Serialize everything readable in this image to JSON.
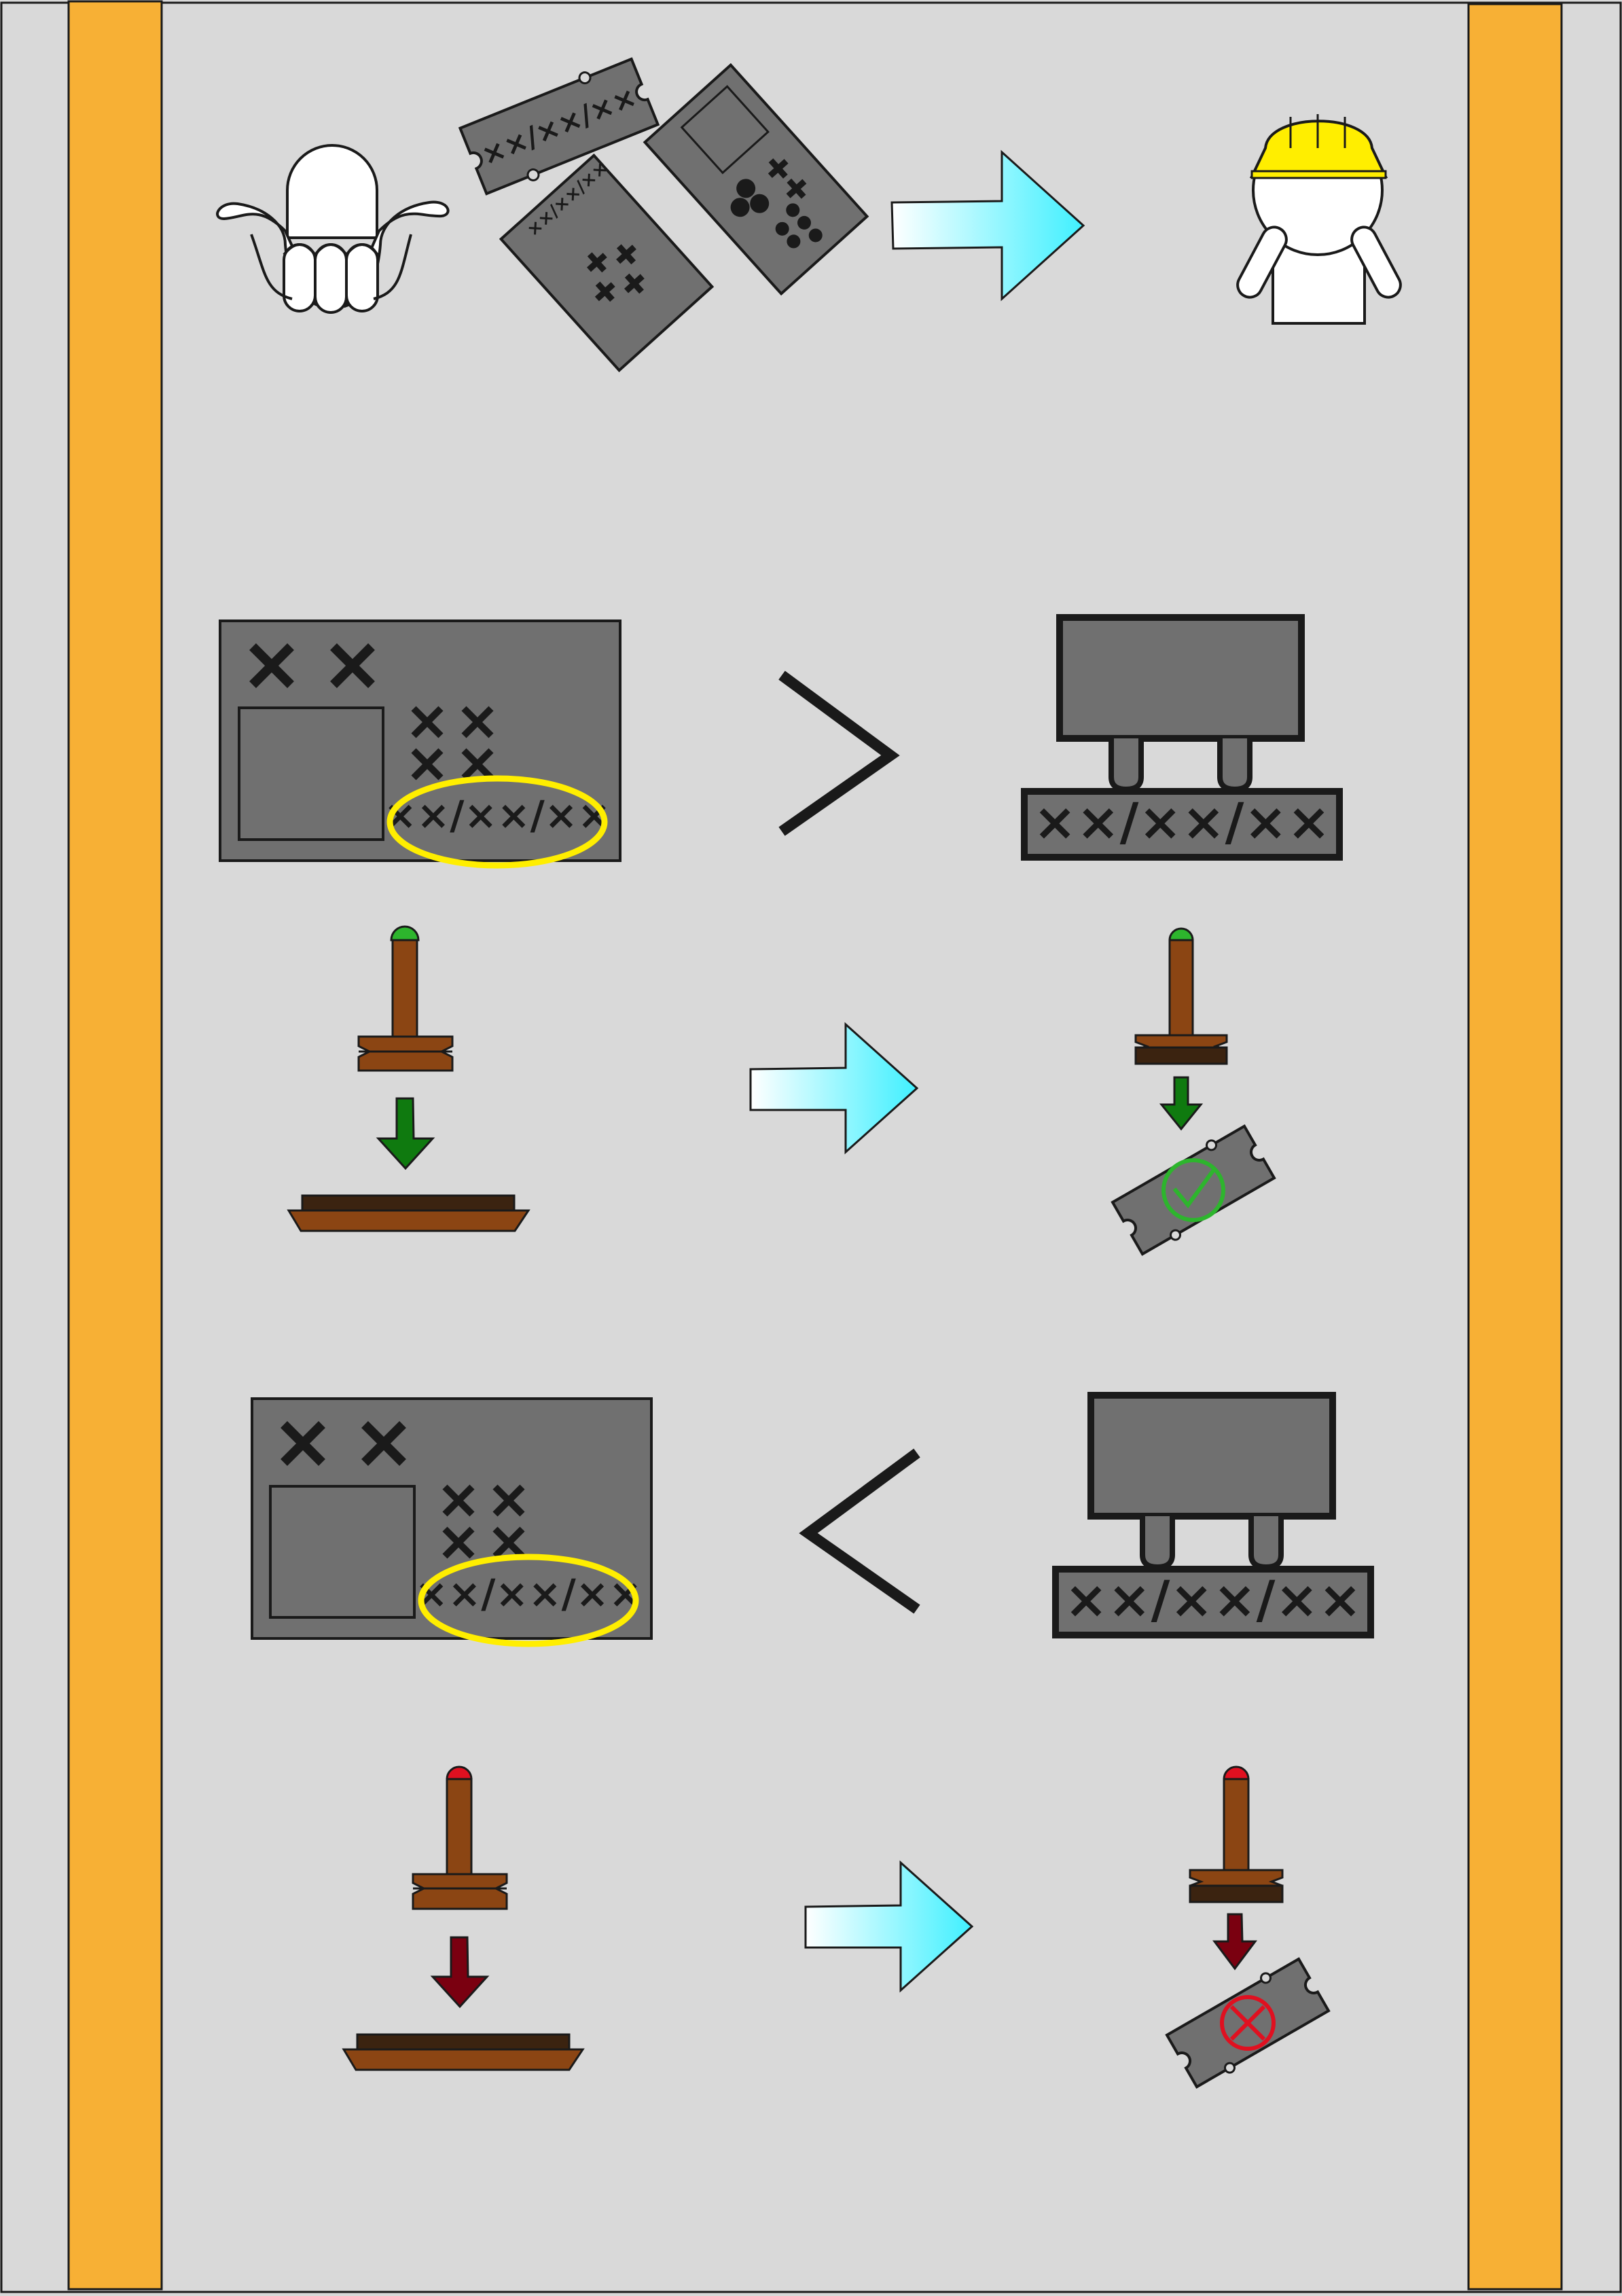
{
  "colors": {
    "background": "#d9d9d9",
    "side_bar": "#f7b035",
    "card": "#707070",
    "outline": "#1a1a1a",
    "highlight_ring": "#ffee00",
    "helmet": "#ffee00",
    "arrow_gradient_start": "#ffffff",
    "arrow_gradient_end": "#40f0ff",
    "stamp_wood": "#8b4513",
    "stamp_dark": "#3b2310",
    "approve_green": "#2db52d",
    "approve_arrow": "#0f7a0f",
    "reject_red": "#e01020",
    "reject_arrow": "#7a0010"
  },
  "rows": [
    {
      "name": "handover",
      "icons": [
        "hands-icon",
        "ticket-icon",
        "document-icon",
        "id-card-icon",
        "right-arrow-icon",
        "worker-helmet-icon"
      ]
    },
    {
      "name": "valid",
      "comparison": "greater-than",
      "document_date": "××/××/××",
      "machine_date": "××/××/××",
      "stamp_light": "green",
      "result_icon": "check-mark-icon"
    },
    {
      "name": "expired",
      "comparison": "less-than",
      "document_date": "××/××/××",
      "machine_date": "××/××/××",
      "stamp_light": "red",
      "result_icon": "cross-circle-icon"
    }
  ],
  "labels": {
    "ticket_code": "××/××/××",
    "small_doc_code": "××/××/××"
  }
}
